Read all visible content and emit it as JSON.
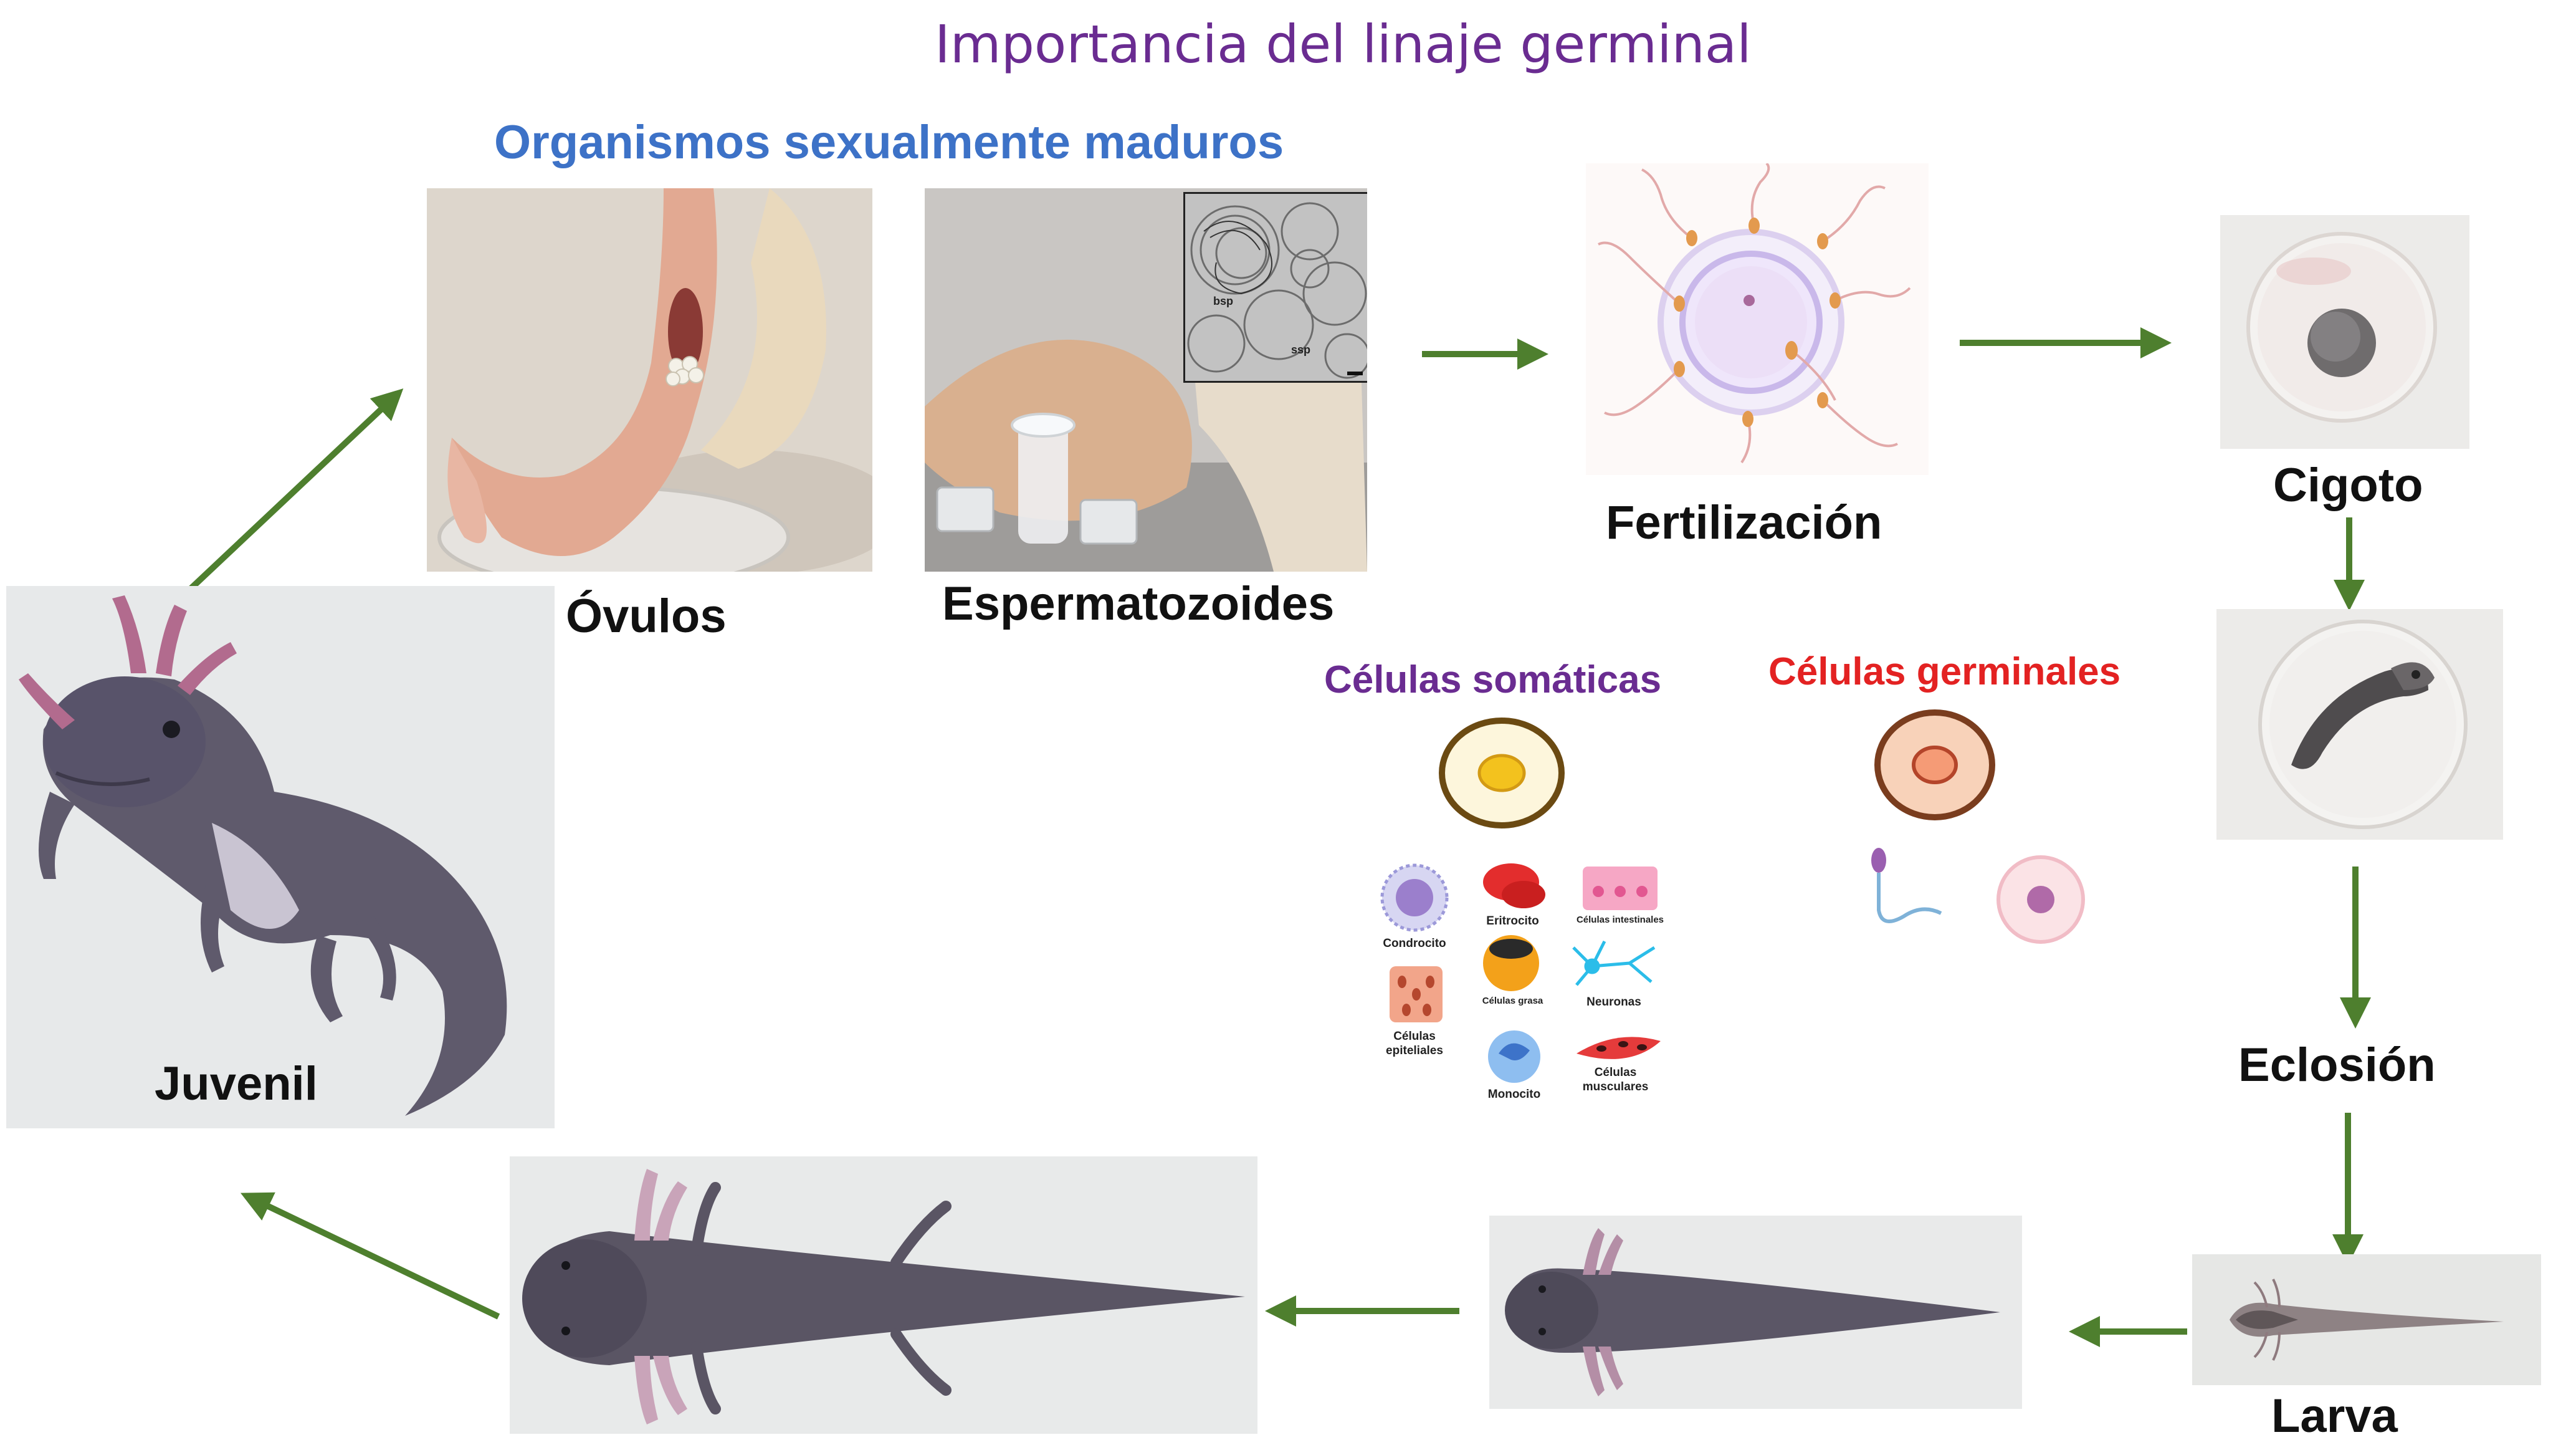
{
  "title": "Importancia del linaje germinal",
  "subtitle": "Organismos sexualmente maduros",
  "stages": {
    "ovulos": "Óvulos",
    "espermatozoides": "Espermatozoides",
    "fertilizacion": "Fertilización",
    "cigoto": "Cigoto",
    "eclosion": "Eclosión",
    "larva": "Larva",
    "juvenil": "Juvenil"
  },
  "inset_labels": {
    "bsp": "bsp",
    "ssp": "ssp"
  },
  "cells": {
    "somaticas_title": "Células somáticas",
    "germinales_title": "Células germinales",
    "somatic_types": {
      "condrocito": "Condrocito",
      "eritrocito": "Eritrocito",
      "intestinales": "Células intestinales",
      "grasa": "Células grasa",
      "neuronas": "Neuronas",
      "epiteliales": "Células epiteliales",
      "monocito": "Monocito",
      "musculares": "Células musculares"
    }
  },
  "colors": {
    "title": "#6a2c91",
    "subtitle": "#3d72c7",
    "somatic_title": "#6a2c91",
    "germinal_title": "#e32222",
    "arrow": "#4e7f2e",
    "somatic_ring": "#6b4a12",
    "somatic_nucleus": "#f3c21e",
    "germinal_ring": "#7a3d1e",
    "germinal_fill": "#f8d2b9"
  },
  "icons": [
    "axolotl-icon",
    "egg-cell-icon",
    "sperm-icon",
    "embryo-icon"
  ]
}
